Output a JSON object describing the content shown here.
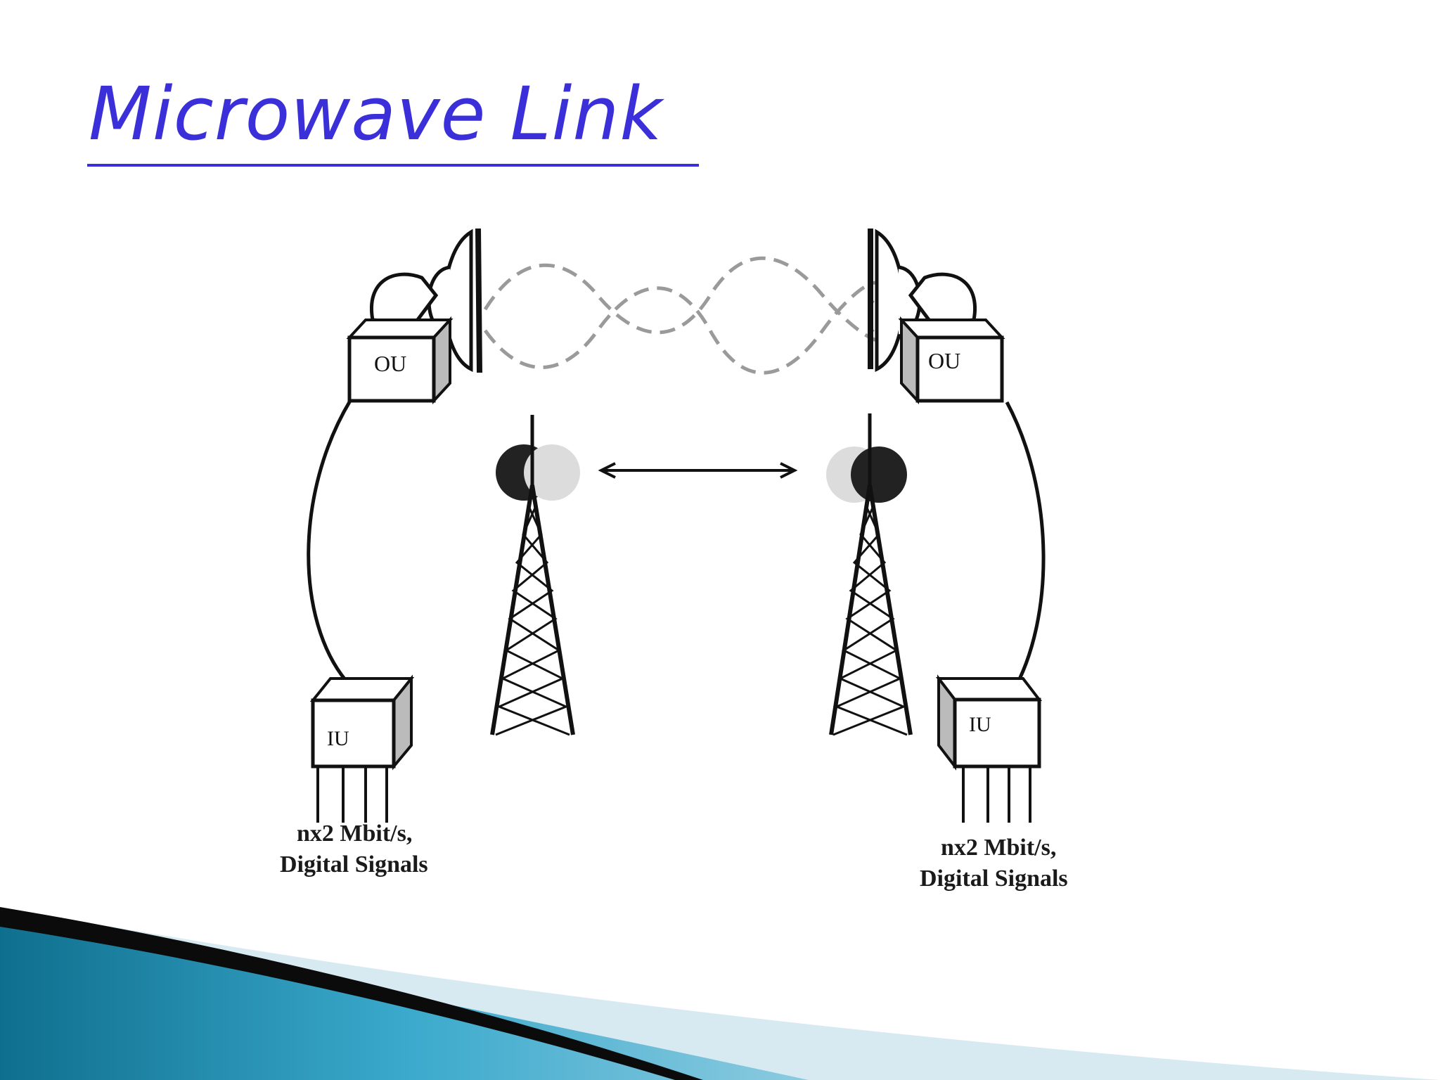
{
  "slide": {
    "title": "Microwave Link",
    "title_color": "#3a2fd8"
  },
  "diagram": {
    "left_station": {
      "outdoor_unit_label": "OU",
      "indoor_unit_label": "IU",
      "caption_line1": "nx2 Mbit/s,",
      "caption_line2": "Digital Signals"
    },
    "right_station": {
      "outdoor_unit_label": "OU",
      "indoor_unit_label": "IU",
      "caption_line1": "nx2 Mbit/s,",
      "caption_line2": "Digital Signals"
    }
  },
  "theme": {
    "swoosh_dark": "#0b0b0b",
    "swoosh_teal": "#1f8fb0",
    "swoosh_light": "#d7eaf2"
  }
}
